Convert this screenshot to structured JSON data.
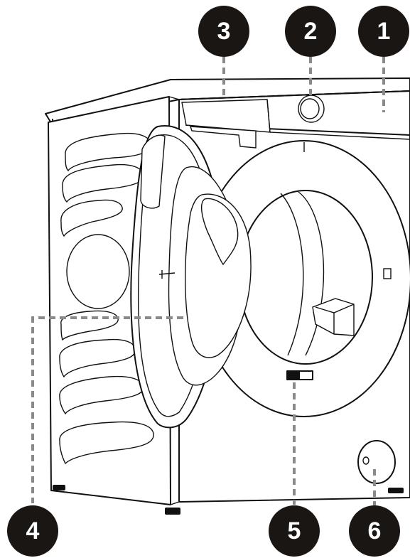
{
  "callouts": [
    {
      "id": "1",
      "label": "1"
    },
    {
      "id": "2",
      "label": "2"
    },
    {
      "id": "3",
      "label": "3"
    },
    {
      "id": "4",
      "label": "4"
    },
    {
      "id": "5",
      "label": "5"
    },
    {
      "id": "6",
      "label": "6"
    }
  ],
  "colors": {
    "callout_fill": "#1a1614",
    "leader_line": "#8a8a8a",
    "outline": "#111111"
  }
}
